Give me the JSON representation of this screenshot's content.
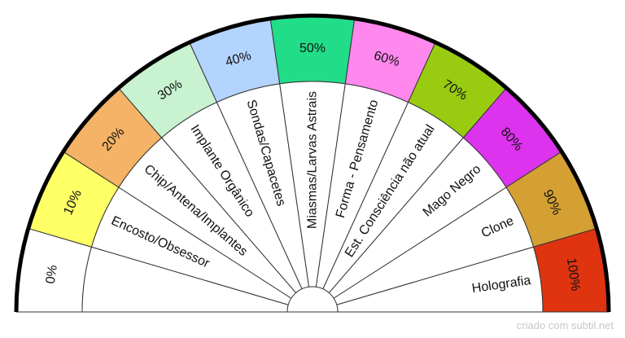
{
  "chart": {
    "pct_labels": [
      "0%",
      "10%",
      "20%",
      "30%",
      "40%",
      "50%",
      "60%",
      "70%",
      "80%",
      "90%",
      "100%"
    ],
    "sector_colors": [
      "#ffffff",
      "#ffff66",
      "#f4b366",
      "#c8f2d0",
      "#b3d4ff",
      "#22dd88",
      "#ff88ee",
      "#99cc11",
      "#dd33ee",
      "#d4a033",
      "#e03310"
    ],
    "labels": [
      "Encosto/Obsessor",
      "Chip/Antena/Implantes",
      "Implante Orgânico",
      "Sondas/Capacetes",
      "Miasmas/Larvas Astrais",
      "Forma -  Pensamento",
      "Est. Consciência não atual",
      "Mago Negro",
      "Clone",
      "Holografia"
    ]
  },
  "footer": {
    "credit": "criado com subtil.net"
  }
}
